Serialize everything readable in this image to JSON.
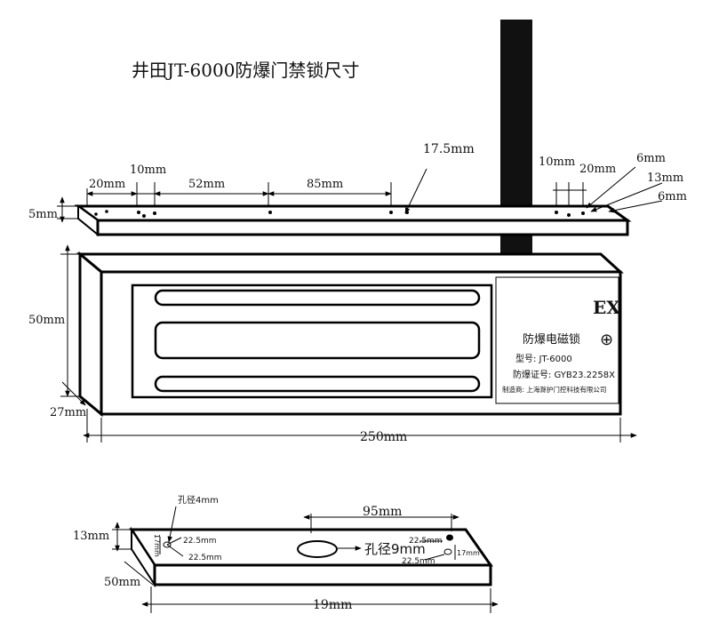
{
  "title": "井田JT-6000防爆门禁锁尺寸",
  "armature_plate": {
    "height": "5mm",
    "dim_20": "20mm",
    "dim_10": "10mm",
    "dim_52": "52mm",
    "dim_85": "85mm",
    "dim_17_5": "17.5mm",
    "dim_10_right": "10mm",
    "dim_20_right": "20mm",
    "dim_6_top": "6mm",
    "dim_13": "13mm",
    "dim_6_bottom": "6mm"
  },
  "lock_body": {
    "height": "50mm",
    "depth": "27mm",
    "length": "250mm"
  },
  "nameplate": {
    "mark": "EX",
    "name": "防爆电磁锁",
    "model": "型号: JT-6000",
    "cert": "防爆证号: GYB23.2258X",
    "maker": "制造商: 上海滁护门控科技有限公司",
    "symbol": "⊕"
  },
  "bottom_plate": {
    "hole_small": "孔径4mm",
    "dim_95": "95mm",
    "dim_13": "13mm",
    "dim_17_left": "17mm",
    "dim_22_5_a": "22.5mm",
    "dim_22_5_b": "22.5mm",
    "hole_center": "孔径9mm",
    "dim_22_5_c": "22.5mm",
    "dim_17_right": "17mm",
    "dim_22_5_d": "22.5mm",
    "dim_50": "50mm",
    "dim_19": "19mm"
  }
}
